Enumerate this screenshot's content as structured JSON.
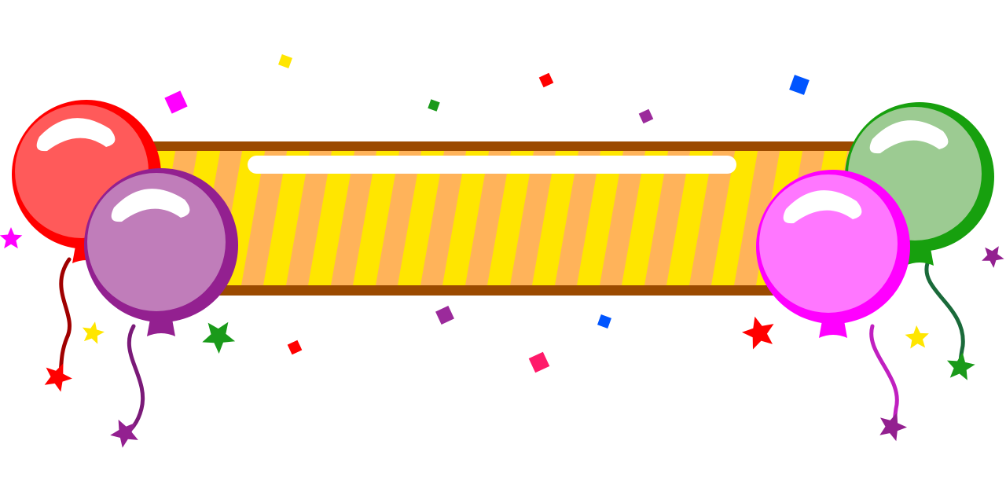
{
  "banner": {
    "border_color": "#9b4a00",
    "stripe_colors": [
      "#ffe600",
      "#ffb35a"
    ],
    "highlight_color": "#ffffff"
  },
  "balloons": [
    {
      "name": "red",
      "fill": "#ff5a5a",
      "rim": "#ff0000",
      "string": "#a00000"
    },
    {
      "name": "purple",
      "fill": "#c07dba",
      "rim": "#932090",
      "string": "#7a1a78"
    },
    {
      "name": "pink",
      "fill": "#ff77ff",
      "rim": "#ff00ff",
      "string": "#c020c0"
    },
    {
      "name": "green",
      "fill": "#9ccb92",
      "rim": "#17a00e",
      "string": "#1a6a3a"
    }
  ],
  "confetti_colors": [
    "#ff00ff",
    "#ffe600",
    "#ff0000",
    "#1a9a1a",
    "#9b2a9b",
    "#0055ff",
    "#ff1a6a"
  ],
  "star_colors": [
    "#ff00ff",
    "#ffe600",
    "#ff0000",
    "#1a9a1a",
    "#932090"
  ]
}
